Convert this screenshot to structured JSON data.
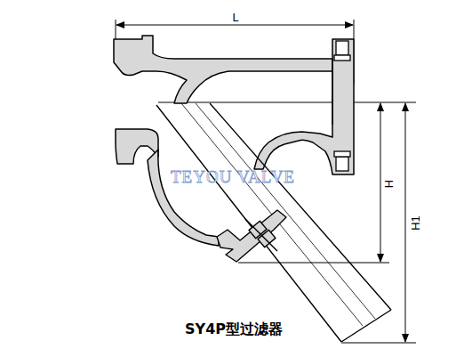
{
  "diagram": {
    "caption": "SY4P型过滤器",
    "labels": [
      "L",
      "H",
      "H1",
      "TEYOU VALVE"
    ]
  }
}
